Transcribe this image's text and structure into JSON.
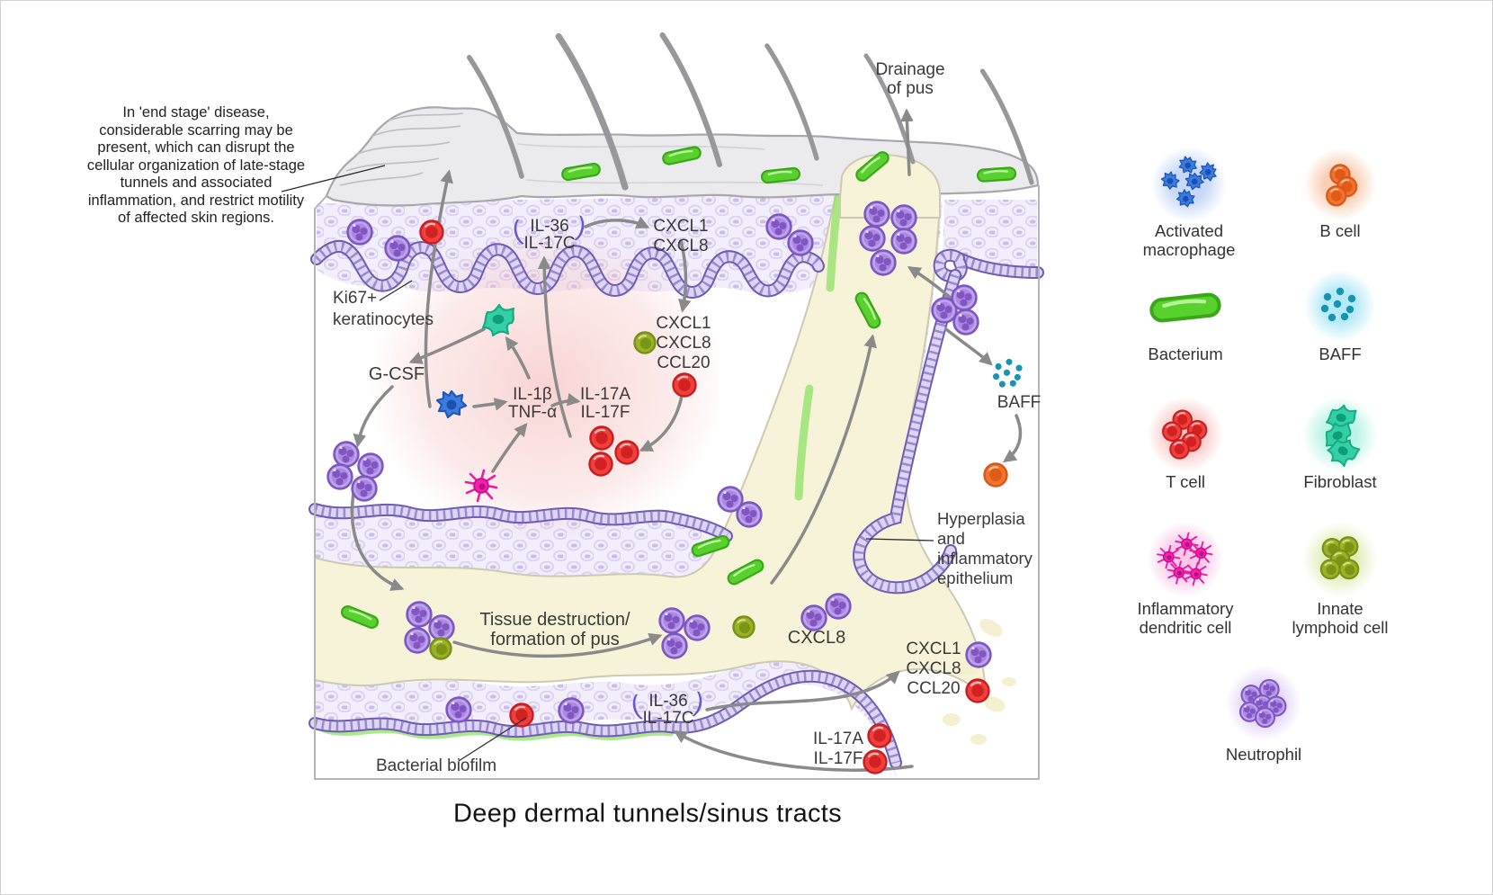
{
  "annotation": "In 'end stage' disease,\nconsiderable scarring may be\npresent, which can disrupt the\ncellular organization of late-stage\ntunnels and associated\ninflammation, and restrict motility\nof affected skin regions.",
  "title": "Deep dermal tunnels/sinus tracts",
  "labels": {
    "drainage": "Drainage\nof pus",
    "ki67": "Ki67+\nkeratinocytes",
    "gcsf": "G-CSF",
    "il1b_tnfa": "IL-1β\nTNF-α",
    "il17af_center": "IL-17A\nIL-17F",
    "il36_il17c_top": "IL-36\nIL-17C",
    "cxcl1_8_top": "CXCL1\nCXCL8",
    "cxcl1_8_ccl20_mid": "CXCL1\nCXCL8\nCCL20",
    "baff": "BAFF",
    "hyperplasia": "Hyperplasia\nand\ninflammatory\nepithelium",
    "tissue_destruction": "Tissue destruction/\nformation of pus",
    "cxcl8_tunnel": "CXCL8",
    "il36_il17c_bottom": "IL-36\nIL-17C",
    "cxcl1_8_ccl20_bottom": "CXCL1\nCXCL8\nCCL20",
    "il17af_bottom": "IL-17A\nIL-17F",
    "biofilm": "Bacterial biofilm",
    "brace_open": "(",
    "brace_close": ")"
  },
  "legend": {
    "items": [
      {
        "id": "activated-macrophage",
        "label": "Activated\nmacrophage"
      },
      {
        "id": "b-cell",
        "label": "B cell"
      },
      {
        "id": "bacterium",
        "label": "Bacterium"
      },
      {
        "id": "baff",
        "label": "BAFF"
      },
      {
        "id": "t-cell",
        "label": "T cell"
      },
      {
        "id": "fibroblast",
        "label": "Fibroblast"
      },
      {
        "id": "inflammatory-dendritic-cell",
        "label": "Inflammatory\ndendritic cell"
      },
      {
        "id": "innate-lymphoid-cell",
        "label": "Innate\nlymphoid cell"
      },
      {
        "id": "neutrophil",
        "label": "Neutrophil"
      }
    ]
  },
  "colors": {
    "neutrophil": "#a98ae0",
    "t_cell": "#ef4040",
    "activated_macrophage": "#3b7ce0",
    "dendritic_cell": "#f024ac",
    "fibroblast": "#35cfa5",
    "b_cell": "#f0742f",
    "baff": "#1695b2",
    "innate_lymphoid": "#9ab325",
    "bacterium": "#58d12f",
    "epithelium": "#6f5cae",
    "tunnel_fill": "#f7f3d8",
    "arrow": "#8a8a8a"
  }
}
